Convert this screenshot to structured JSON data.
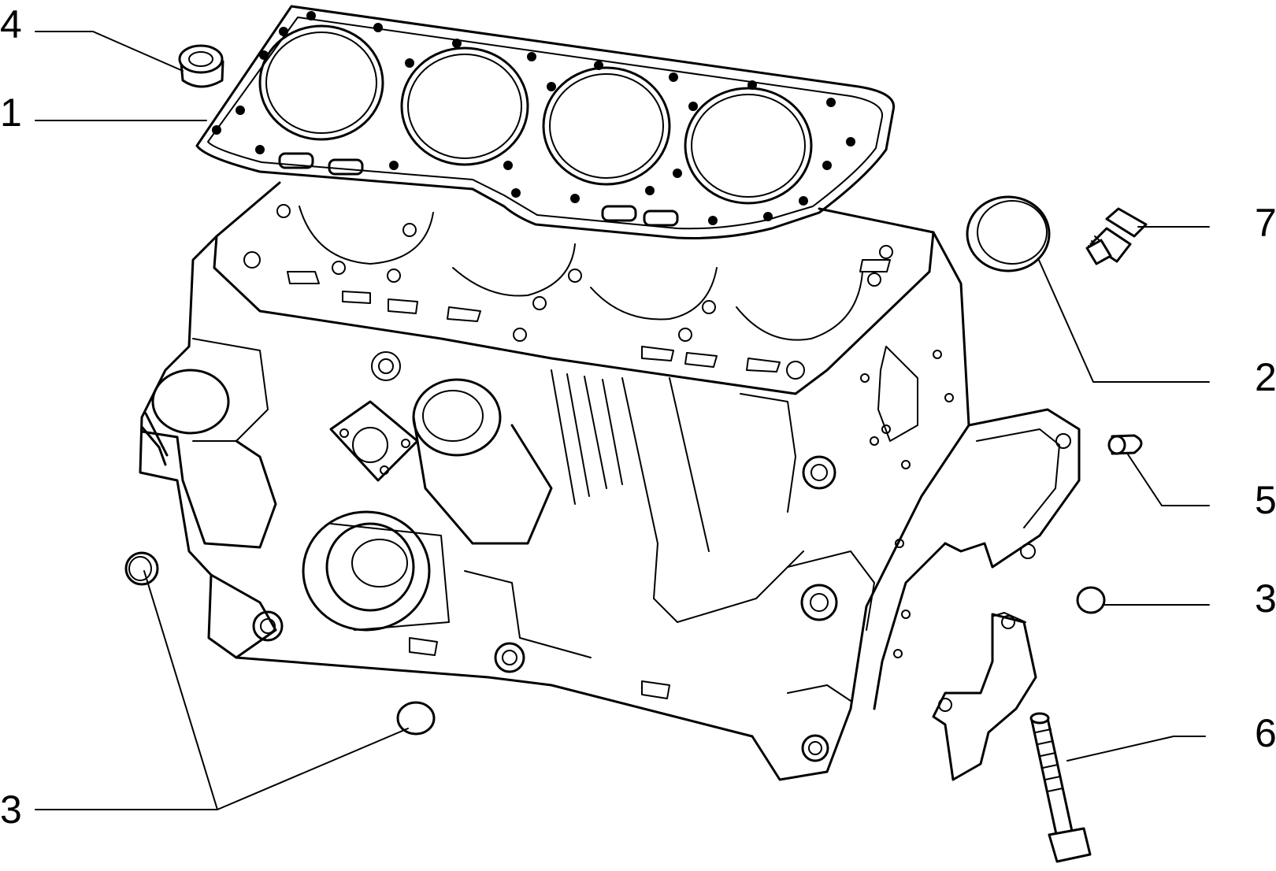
{
  "callouts": {
    "cylinder_head_gasket": "1",
    "cover_plug": "2",
    "plug_left_upper": "3",
    "plug_right": "3",
    "plug_bottom": "3",
    "dowel_bush": "4",
    "dowel_pin": "5",
    "screw": "6",
    "fitting": "7"
  }
}
